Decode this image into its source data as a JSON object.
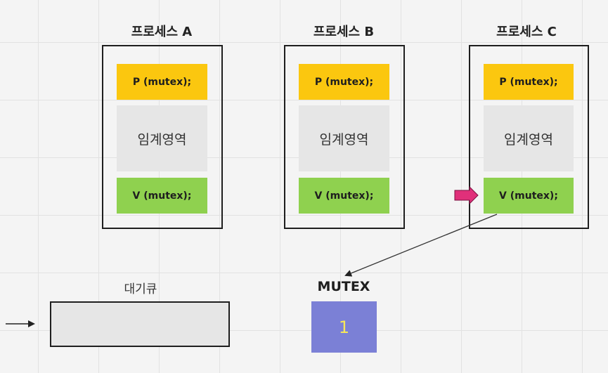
{
  "processes": [
    {
      "title": "프로세스 A",
      "p_label": "P (mutex);",
      "critical_label": "임계영역",
      "v_label": "V (mutex);"
    },
    {
      "title": "프로세스 B",
      "p_label": "P (mutex);",
      "critical_label": "임계영역",
      "v_label": "V (mutex);"
    },
    {
      "title": "프로세스 C",
      "p_label": "P (mutex);",
      "critical_label": "임계영역",
      "v_label": "V (mutex);"
    }
  ],
  "wait_queue": {
    "label": "대기큐"
  },
  "mutex": {
    "title": "MUTEX",
    "value": "1"
  },
  "colors": {
    "p_block": "#fbc70f",
    "critical_block": "#e6e6e6",
    "v_block": "#8fd14f",
    "mutex_box": "#7b80d6",
    "mutex_value": "#f6e75a",
    "pointer_arrow": "#e0307a"
  }
}
